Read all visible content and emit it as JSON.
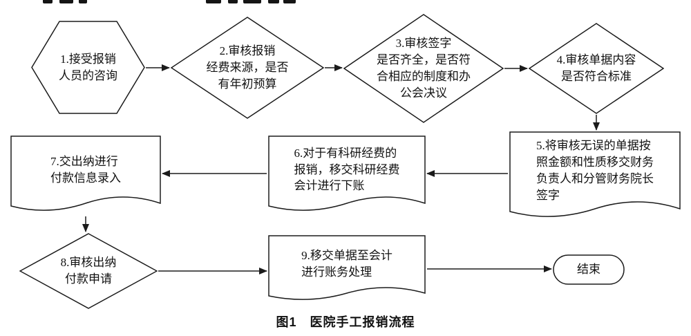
{
  "figure": {
    "caption": "图1　医院手工报销流程"
  },
  "diagram": {
    "type": "flowchart",
    "background": "#ffffff",
    "line_color": "#1b1b1b",
    "nodes": [
      {
        "id": "1",
        "shape": "hexagon",
        "label": "1.接受报销\n人员的咨询"
      },
      {
        "id": "2",
        "shape": "decision-diamond",
        "label": "2.审核报销\n经费来源，是否\n有年初预算"
      },
      {
        "id": "3",
        "shape": "decision-diamond",
        "label": "3.审核签字\n是否齐全，是否符\n合相应的制度和办\n公会决议"
      },
      {
        "id": "4",
        "shape": "decision-diamond",
        "label": "4.审核单据内容\n是否符合标准"
      },
      {
        "id": "5",
        "shape": "document",
        "label": "5.将审核无误的单据按\n照金额和性质移交财务\n负责人和分管财务院长\n签字"
      },
      {
        "id": "6",
        "shape": "document",
        "label": "6.对于有科研经费的\n报销，移交科研经费\n会计进行下账"
      },
      {
        "id": "7",
        "shape": "document",
        "label": "7.交出纳进行\n付款信息录入"
      },
      {
        "id": "8",
        "shape": "decision-diamond",
        "label": "8.审核出纳\n付款申请"
      },
      {
        "id": "9",
        "shape": "document",
        "label": "9.移交单据至会计\n进行账务处理"
      },
      {
        "id": "end",
        "shape": "terminator",
        "label": "结束"
      }
    ],
    "edges": [
      {
        "from": "1",
        "to": "2"
      },
      {
        "from": "2",
        "to": "3"
      },
      {
        "from": "3",
        "to": "4"
      },
      {
        "from": "4",
        "to": "5"
      },
      {
        "from": "5",
        "to": "6"
      },
      {
        "from": "6",
        "to": "7"
      },
      {
        "from": "7",
        "to": "8"
      },
      {
        "from": "8",
        "to": "9"
      },
      {
        "from": "9",
        "to": "end"
      }
    ]
  }
}
